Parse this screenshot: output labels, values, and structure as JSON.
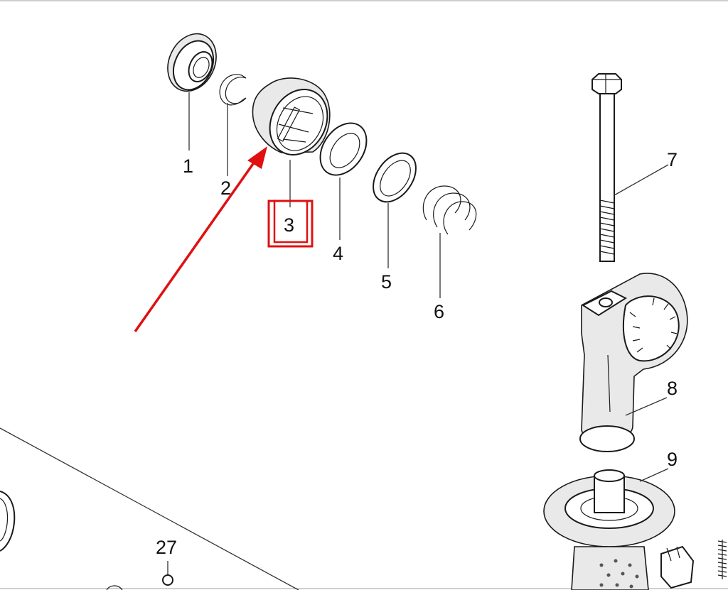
{
  "diagram": {
    "part_labels": {
      "p1": "1",
      "p2": "2",
      "p3": "3",
      "p4": "4",
      "p5": "5",
      "p6": "6",
      "p7": "7",
      "p8": "8",
      "p9": "9",
      "p27": "27"
    },
    "highlight_color": "#e01010",
    "arrow_color": "#e01010",
    "line_color": "#333333"
  }
}
